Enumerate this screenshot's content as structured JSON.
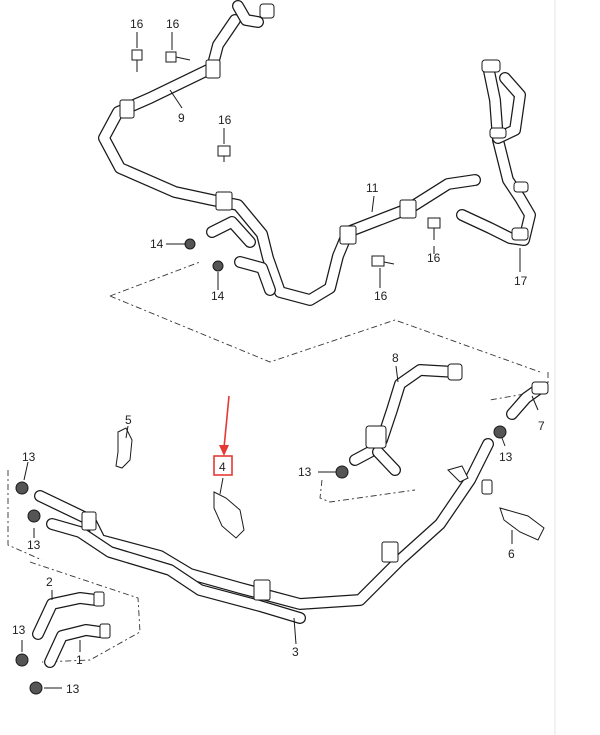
{
  "colors": {
    "highlight": "#e53935",
    "line": "#1a1a1a",
    "background": "#ffffff"
  },
  "highlighted_part": "4",
  "callouts": {
    "c16a": "16",
    "c16b": "16",
    "c16c": "16",
    "c16d": "16",
    "c16e": "16",
    "c9": "9",
    "c11": "11",
    "c14a": "14",
    "c14b": "14",
    "c17": "17",
    "c8": "8",
    "c7": "7",
    "c5": "5",
    "c4": "4",
    "c13a": "13",
    "c13b": "13",
    "c13c": "13",
    "c13d": "13",
    "c13e": "13",
    "c13f": "13",
    "c6": "6",
    "c3": "3",
    "c2": "2",
    "c1": "1"
  }
}
